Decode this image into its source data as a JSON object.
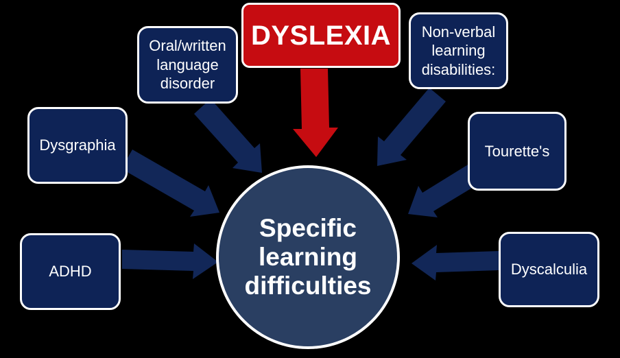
{
  "center": {
    "label": "Specific learning difficulties"
  },
  "nodes": {
    "dyslexia": {
      "label": "DYSLEXIA"
    },
    "oral_written": {
      "label": "Oral/written language disorder"
    },
    "non_verbal": {
      "label": "Non-verbal learning disabilities:"
    },
    "dysgraphia": {
      "label": "Dysgraphia"
    },
    "tourettes": {
      "label": "Tourette's"
    },
    "adhd": {
      "label": "ADHD"
    },
    "dyscalculia": {
      "label": "Dyscalculia"
    }
  },
  "colors": {
    "background": "#000000",
    "box_navy": "#0e2356",
    "circle_navy": "#2a3f62",
    "arrow_navy": "#122758",
    "dyslexia_red": "#c60c11",
    "text": "#ffffff",
    "border": "#ffffff"
  }
}
